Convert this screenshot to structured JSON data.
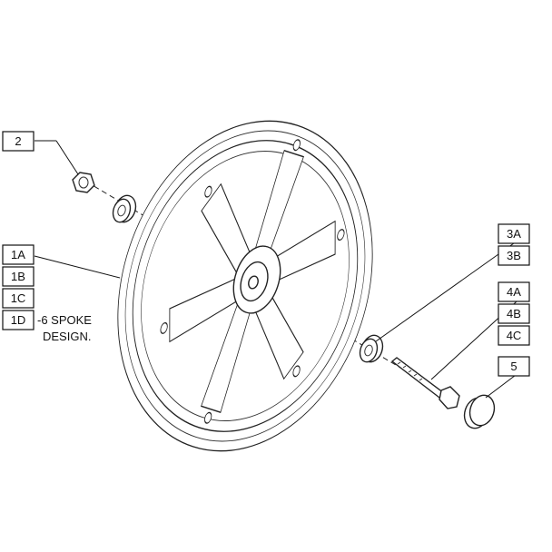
{
  "callouts": {
    "c2": "2",
    "c1a": "1A",
    "c1b": "1B",
    "c1c": "1C",
    "c1d": "1D",
    "c3a": "3A",
    "c3b": "3B",
    "c4a": "4A",
    "c4b": "4B",
    "c4c": "4C",
    "c5": "5"
  },
  "note": {
    "line1": "-6 SPOKE",
    "line2": "DESIGN."
  }
}
